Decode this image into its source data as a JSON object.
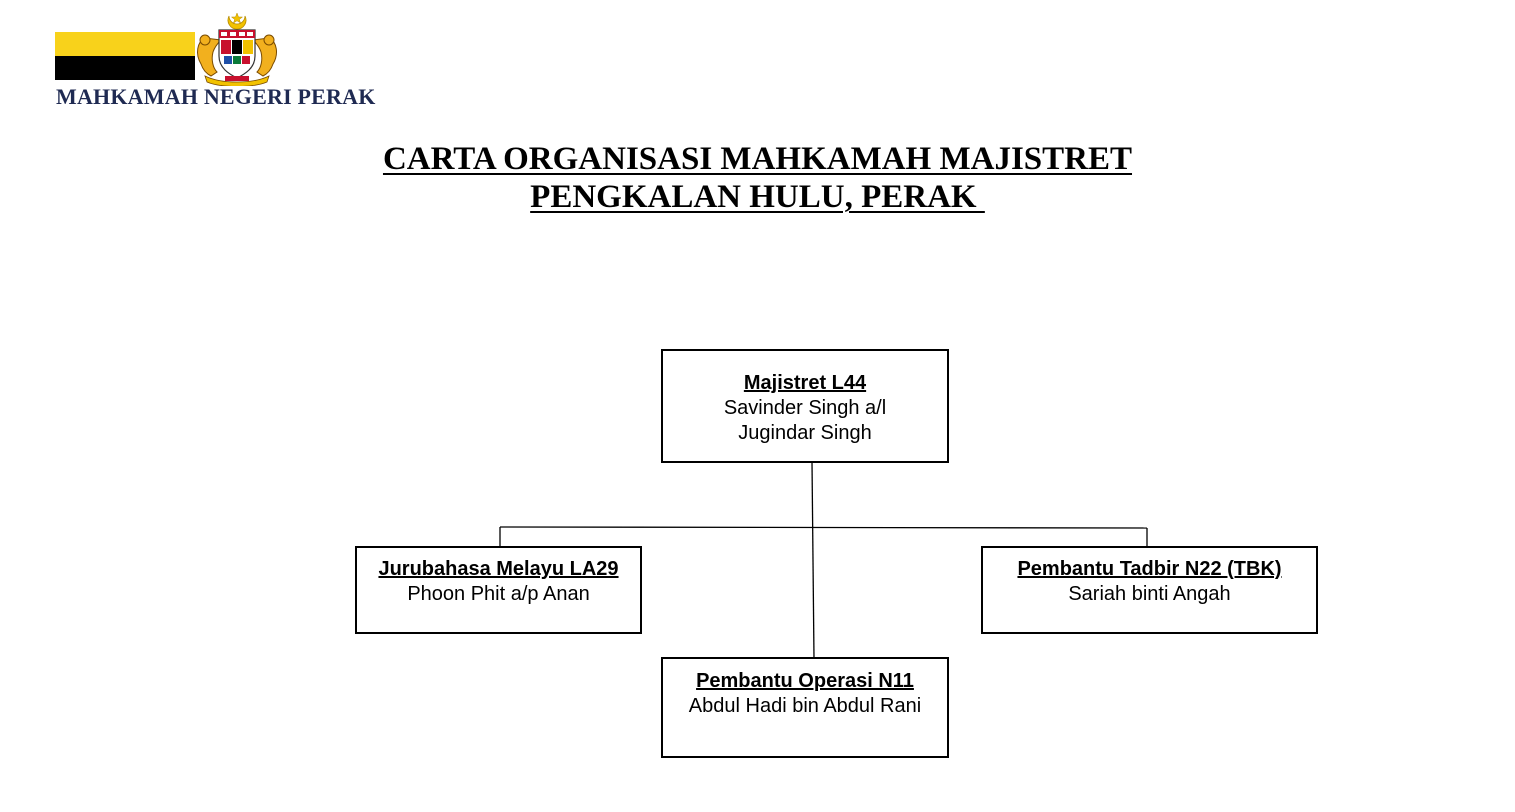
{
  "header": {
    "org_name": "MAHKAMAH NEGERI PERAK",
    "flag_colors": [
      "#ffffff",
      "#f8d21b",
      "#000000"
    ],
    "crest_icon": "malaysia-coat-of-arms-icon"
  },
  "title": {
    "line1": "CARTA ORGANISASI MAHKAMAH MAJISTRET",
    "line2": "PENGKALAN HULU, PERAK "
  },
  "org": {
    "head": {
      "role": "Majistret L44",
      "name": "Savinder Singh a/l\nJugindar Singh"
    },
    "left": {
      "role": "Jurubahasa Melayu LA29",
      "name": "Phoon Phit a/p Anan"
    },
    "right": {
      "role": "Pembantu Tadbir N22 (TBK)",
      "name": "Sariah binti Angah"
    },
    "bottom": {
      "role": "Pembantu Operasi N11",
      "name": "Abdul Hadi bin Abdul Rani"
    }
  }
}
